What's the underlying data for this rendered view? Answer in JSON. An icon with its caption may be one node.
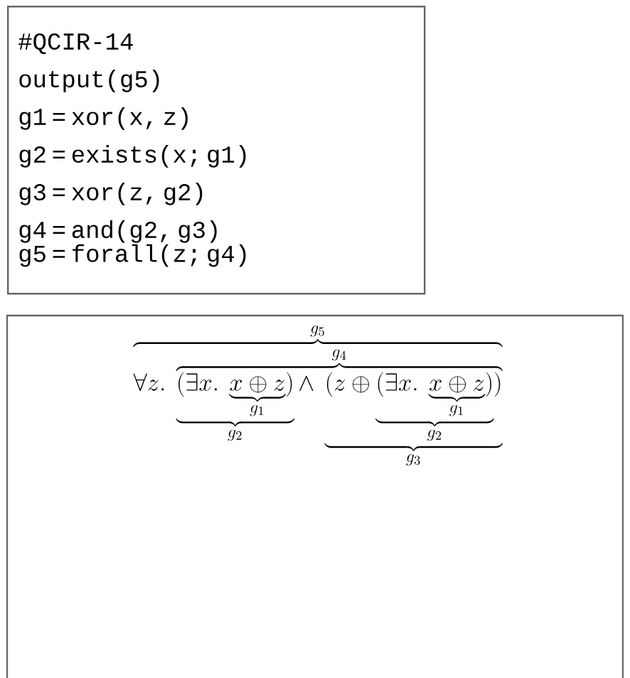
{
  "diagram": {
    "nodes": [
      {
        "text": [
          "#QCIR-14",
          "output(g5)",
          "g1 = xor(x, z)",
          "g2 = exists(x; g1)",
          "g3 = xor(z, g2)",
          "g4 = and(g2, g3)",
          "g5 = forall(z; g4)"
        ]
      },
      {
        "text": [
          "\\overbrace{\\forall z.\\ \\overbrace{\\underbrace{(\\exists x.\\ \\underbrace{x\\oplus z}_{g_1})}_{g_2}\\wedge\\ \\underbrace{(z\\oplus\\underbrace{(\\exists x.\\ \\underbrace{x\\oplus z}_{g_1})}_{g_2})}_{g_3}}^{g_4}}^{g_5}"
        ]
      }
    ]
  }
}
